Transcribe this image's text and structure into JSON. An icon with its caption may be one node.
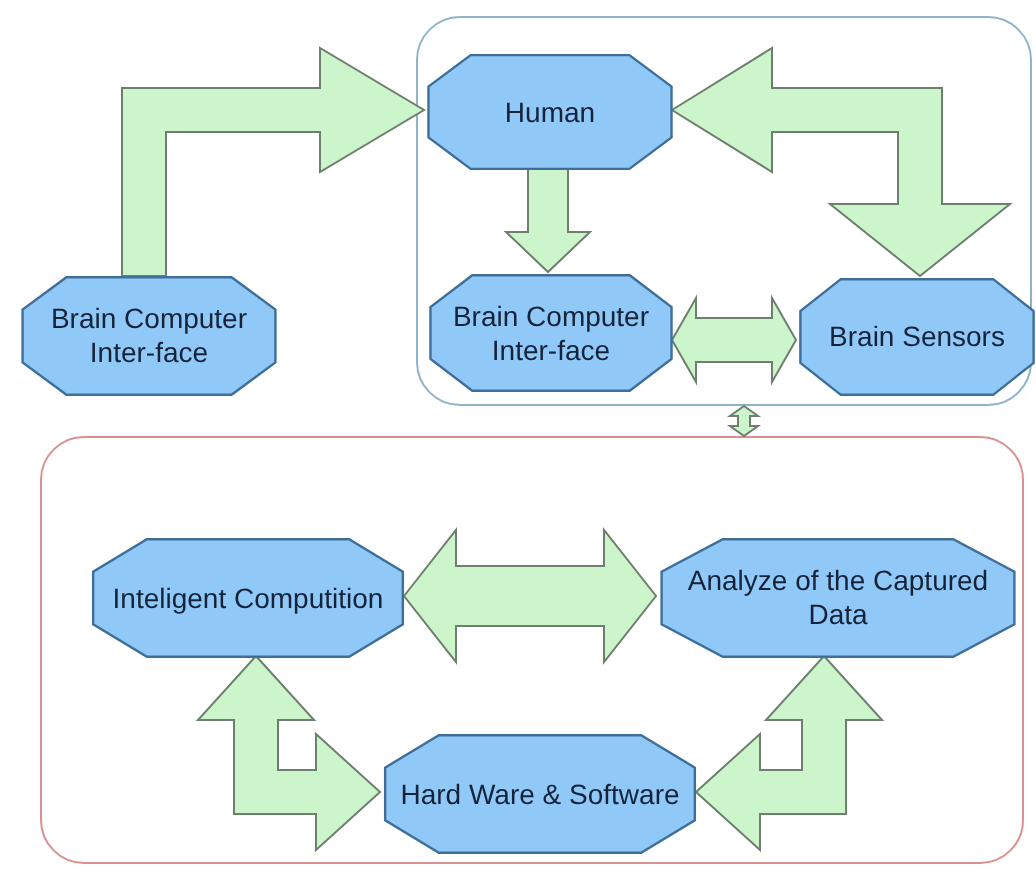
{
  "diagram": {
    "nodes": [
      {
        "text": [],
        "shape": "box"
      },
      {
        "text": [
          "Human"
        ],
        "in": 0
      },
      {
        "text": [
          "Brain Computer Inter-face"
        ],
        "in": 0
      },
      {
        "text": [
          "Brain Sensors"
        ],
        "in": 0
      },
      {
        "text": [
          "Brain Computer Inter-face"
        ]
      },
      {
        "text": [],
        "shape": "box"
      },
      {
        "text": [
          "Inteligent Computition"
        ],
        "in": 5
      },
      {
        "text": [
          "Analyze of the Captured Data"
        ],
        "in": 5
      },
      {
        "text": [
          "Hard Ware & Software"
        ],
        "in": 5
      }
    ],
    "edges": [
      {
        "from": 4,
        "to": 1,
        "arrow": "to"
      },
      {
        "from": 1,
        "to": 3,
        "arrow": "both"
      },
      {
        "from": 1,
        "to": 2,
        "arrow": "to"
      },
      {
        "from": 2,
        "to": 3,
        "arrow": "both"
      },
      {
        "from": 0,
        "to": 5,
        "arrow": "both"
      },
      {
        "from": 6,
        "to": 7,
        "arrow": "both"
      },
      {
        "from": 6,
        "to": 8,
        "arrow": "both"
      },
      {
        "from": 8,
        "to": 7,
        "arrow": "both"
      }
    ]
  }
}
